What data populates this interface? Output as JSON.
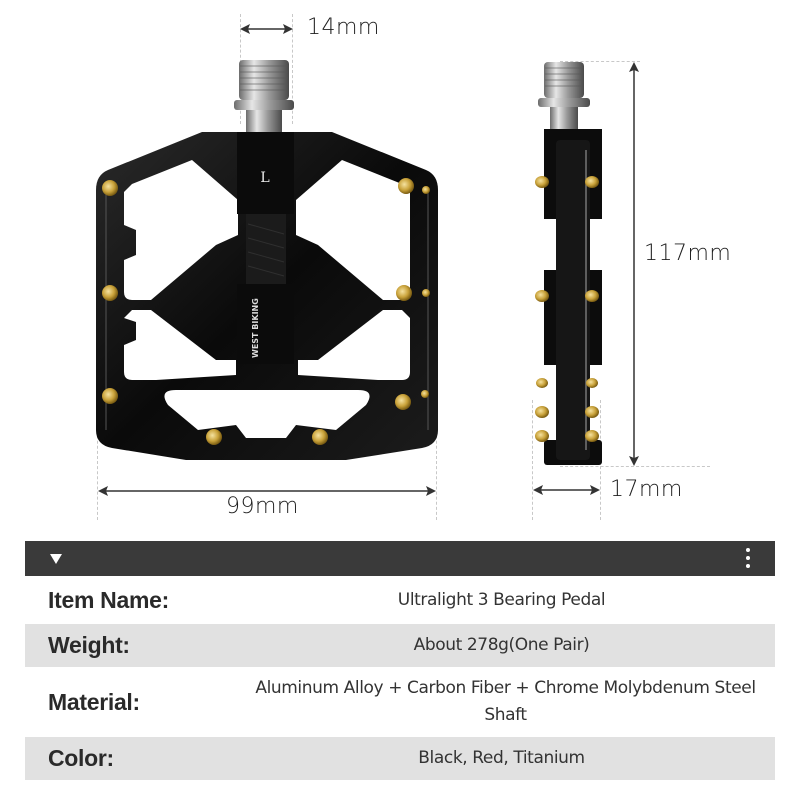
{
  "dimensions": {
    "spindle_width": "14mm",
    "pedal_width": "99mm",
    "pedal_length": "117mm",
    "pedal_thickness": "17mm"
  },
  "pedal": {
    "side_marker": "L",
    "brand": "WEST BIKING"
  },
  "colors": {
    "body": "#0d0d0d",
    "pins": "#c9a23a",
    "spec_bar": "#3a3a3a",
    "row_shade": "#e1e1e1"
  },
  "specs": {
    "rows": [
      {
        "key": "Item Name:",
        "value": "Ultralight 3 Bearing Pedal"
      },
      {
        "key": "Weight:",
        "value": "About 278g(One Pair)"
      },
      {
        "key": "Material:",
        "value": "Aluminum Alloy + Carbon Fiber + Chrome Molybdenum Steel Shaft"
      },
      {
        "key": "Color:",
        "value": "Black, Red, Titanium"
      }
    ]
  }
}
